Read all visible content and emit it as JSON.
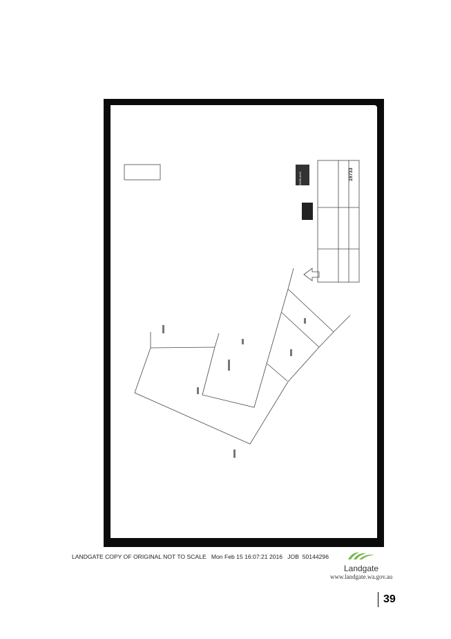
{
  "footer": {
    "notice": "LANDGATE COPY OF ORIGINAL NOT TO SCALE",
    "timestamp": "Mon Feb 15 16:07:21 2016",
    "job": "JOB  50144296"
  },
  "logo": {
    "name": "Landgate",
    "url": "www.landgate.wa.gov.au",
    "color": "#7ab648"
  },
  "page_number": "39",
  "plan": {
    "number": "19733",
    "brand": "WHELANS"
  }
}
